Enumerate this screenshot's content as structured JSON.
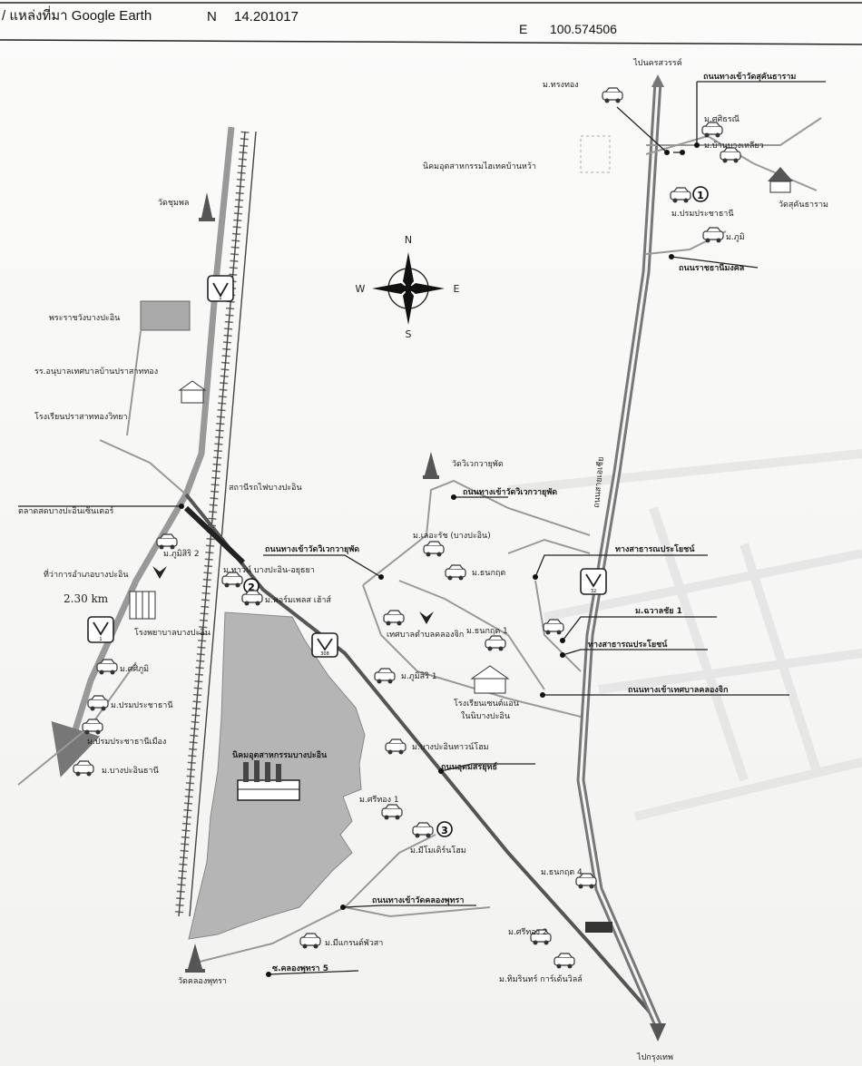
{
  "header": {
    "source_label": "/ แหล่งที่มา Google Earth",
    "n_label": "N",
    "n_value": "14.201017",
    "e_label": "E",
    "e_value": "100.574506"
  },
  "map": {
    "compass": {
      "n": "N",
      "s": "S",
      "e": "E",
      "w": "W"
    },
    "distance": "2.30 km",
    "markers": {
      "one": "1",
      "two": "2",
      "three": "3"
    },
    "highway_shields": [
      "1",
      "308",
      "32",
      "1"
    ],
    "labels": {
      "to_north": "ไปนครสวรรค์",
      "to_bangkok": "ไปกรุงเทพ",
      "road_wat_khan": "ถนนทางเข้าวัดสุคันธาราม",
      "road_rangsit": "ถนนราชธานีมงคล",
      "road_wat_wisut": "ถนนทางเข้าวัดวิเวกวายุพัด",
      "road_bangpain_ayutthaya": "ถนนทางเข้าวัดวิเวกวายุพัด",
      "road_pasak": "ทางสาธารณประโยชน์",
      "road_pasak2": "ทางสาธารณประโยชน์",
      "road_khlong_chik": "ถนนทางเข้าเทศบาลคลองจิก",
      "road_uthai": "ถนนอุดมสรยุทธ์",
      "road_wat_khlong_phutsa": "ถนนทางเข้าวัดคลองพุทรา",
      "road_khlong_phutsa5": "ซ.คลองพุทรา 5",
      "highway_32": "ถนนสายเอเชีย",
      "v_rangthong": "ม.ทรงทอง",
      "v_siri": "ม.ศศิธรณี",
      "v_baan": "ม.บ้านบางเหลียว",
      "v_estate_east": "นิคมอุตสาหกรรมไฮเทคบ้านหว้า",
      "v_pruksa1": "ม.ปรมประชาธานี",
      "v_puri": "ม.ภูมิ",
      "wat_sukhan": "วัดสุคันธาราม",
      "wat_chumpol": "วัดชุมพล",
      "palace": "พระราชวังบางปะอิน",
      "school_bangpain": "รร.อนุบาลเทศบาลบ้านปราสาททอง",
      "school_prasat": "โรงเรียนปราสาททองวิทยา",
      "station": "สถานีรถไฟบางปะอิน",
      "market": "ตลาดสดบางปะอินเซ็นเตอร์",
      "v_phumsiri2": "ม.ภูมิสิริ 2",
      "district_office": "ที่ว่าการอำเภอบางปะอิน",
      "hospital": "โรงพยาบาลบางปะอิน",
      "v_supharnbhumi": "ม.ศศิภูมิ",
      "v_pruksa2": "ม.ปรมประชาธานี",
      "v_pruksa3": "ม.ปรมประชาธานีเมือง",
      "v_bangpain_thani": "ม.บางปะอินธานี",
      "v_town_bangpain": "ม.ทาวน์ บางปะอิน-อยุธยา",
      "v_home_place": "ม.พอร์มเพลส เฮ้าส์",
      "wat_wiwek": "วัดวิเวกวายุพัด",
      "v_pleuk": "ม.เลอะรัช (บางปะอิน)",
      "v_thanakul": "ม.ธนกฤต",
      "v_thanakul1": "ม.ธนกฤต 1",
      "v_chaiyaphruek1": "ม.ฉวาลชัย 1",
      "municipality": "เทศบาลตำบลคลองจิก",
      "v_phumsiri1": "ม.ภูมิสิริ 1",
      "school_sena": "โรงเรียนเซนต์แอน",
      "school_sena2": "ในนิบางปะอิน",
      "v_bangpain_townhome": "ม.บางปะอินทาวน์โฮม",
      "estate_bangpain": "นิคมอุตสาหกรรมบางปะอิน",
      "v_srithong1": "ม.ศรีทอง 1",
      "v_modern_home": "ม.มีโมเดิร์นโฮม",
      "v_thanakul4": "ม.ธนกฤต 4",
      "v_mee_garden": "ม.มีแกรนด์พัวสา",
      "v_srithong2": "ม.ศรีทอง 2",
      "v_tiwarin": "ม.ทิมรินทร์ การ์เด้นวิลล์",
      "wat_khlong_phutsa": "วัดคลองพุทรา"
    }
  }
}
